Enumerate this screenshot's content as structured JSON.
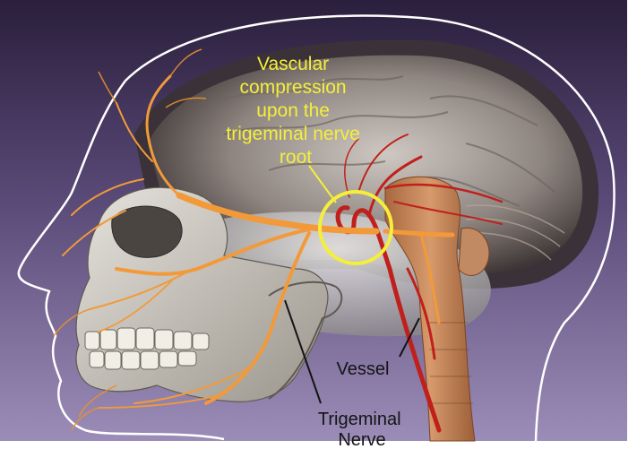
{
  "callouts": {
    "compression": {
      "lines": [
        "Vascular",
        "compression",
        "upon the",
        "trigeminal nerve",
        "root"
      ]
    },
    "vessel": {
      "label": "Vessel"
    },
    "nerve": {
      "lines": [
        "Trigeminal",
        "Nerve"
      ]
    }
  },
  "colors": {
    "background_top": "#2d2340",
    "background_bottom": "#8a78a8",
    "nerve": "#f29a3a",
    "vessel": "#c0201c",
    "highlight_circle": "#f4ef3a",
    "label_yellow": "#f4ef3a",
    "label_dark": "#141414"
  }
}
